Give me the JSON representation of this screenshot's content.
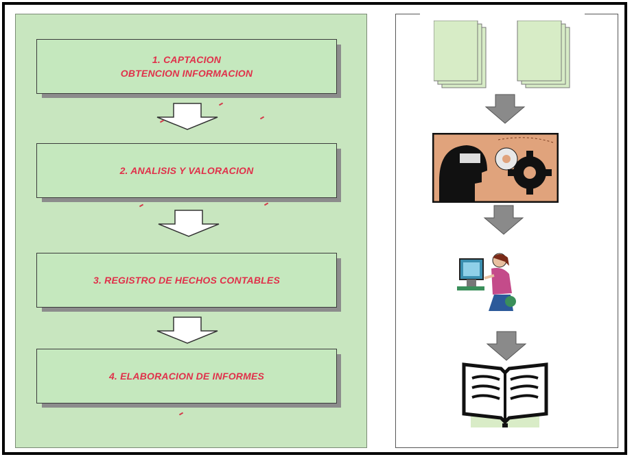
{
  "steps": [
    {
      "line1": "1. CAPTACION",
      "line2": "OBTENCION INFORMACION"
    },
    {
      "line1": "2. ANALISIS Y VALORACION"
    },
    {
      "line1": "3. REGISTRO DE HECHOS CONTABLES"
    },
    {
      "line1": "4. ELABORACION DE INFORMES"
    }
  ],
  "icons": {
    "documents": "documents-icon",
    "analysis": "head-gears-icon",
    "computer": "person-at-computer-icon",
    "report": "open-book-icon"
  },
  "colors": {
    "panel_green": "#c8e6bf",
    "box_green": "#c5e8be",
    "label_red": "#e0304a",
    "arrow_gray": "#8a8a8a"
  }
}
